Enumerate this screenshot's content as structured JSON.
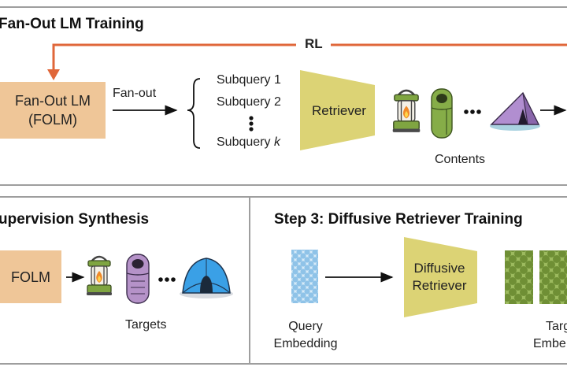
{
  "colors": {
    "lm_box": "#efc698",
    "retriever": "#dcd375",
    "rl_arrow": "#e0673a",
    "panel_border": "#9e9e9e",
    "lantern_green": "#7fa541",
    "bag_green": "#86ad48",
    "bag_purple": "#b592c8",
    "tent_purple": "#b18ed0",
    "tent_blue": "#3aa0e6",
    "query_dots": "#8fc3e8",
    "target_green": "#86a547"
  },
  "step1": {
    "title": "Fan-Out LM Training",
    "rl_label": "RL",
    "lm_box": {
      "line1": "Fan-Out LM",
      "line2": "(FOLM)"
    },
    "fanout_label": "Fan-out",
    "subqueries": [
      "Subquery 1",
      "Subquery 2"
    ],
    "subquery_last_prefix": "Subquery ",
    "subquery_last_var": "k",
    "retriever_label": "Retriever",
    "contents_label": "Contents",
    "icons": [
      "lantern-icon",
      "sleeping-bag-icon",
      "tent-icon"
    ]
  },
  "step2": {
    "title": "upervision Synthesis",
    "folm_label": "FOLM",
    "targets_label": "Targets",
    "icons": [
      "lantern-icon",
      "sleeping-bag-icon",
      "tent-icon"
    ]
  },
  "step3": {
    "title": "Step 3: Diffusive Retriever Training",
    "query_label": {
      "line1": "Query",
      "line2": "Embedding"
    },
    "retriever_label": {
      "line1": "Diffusive",
      "line2": "Retriever"
    },
    "target_label": {
      "line1": "Targ",
      "line2": "Embe"
    }
  }
}
